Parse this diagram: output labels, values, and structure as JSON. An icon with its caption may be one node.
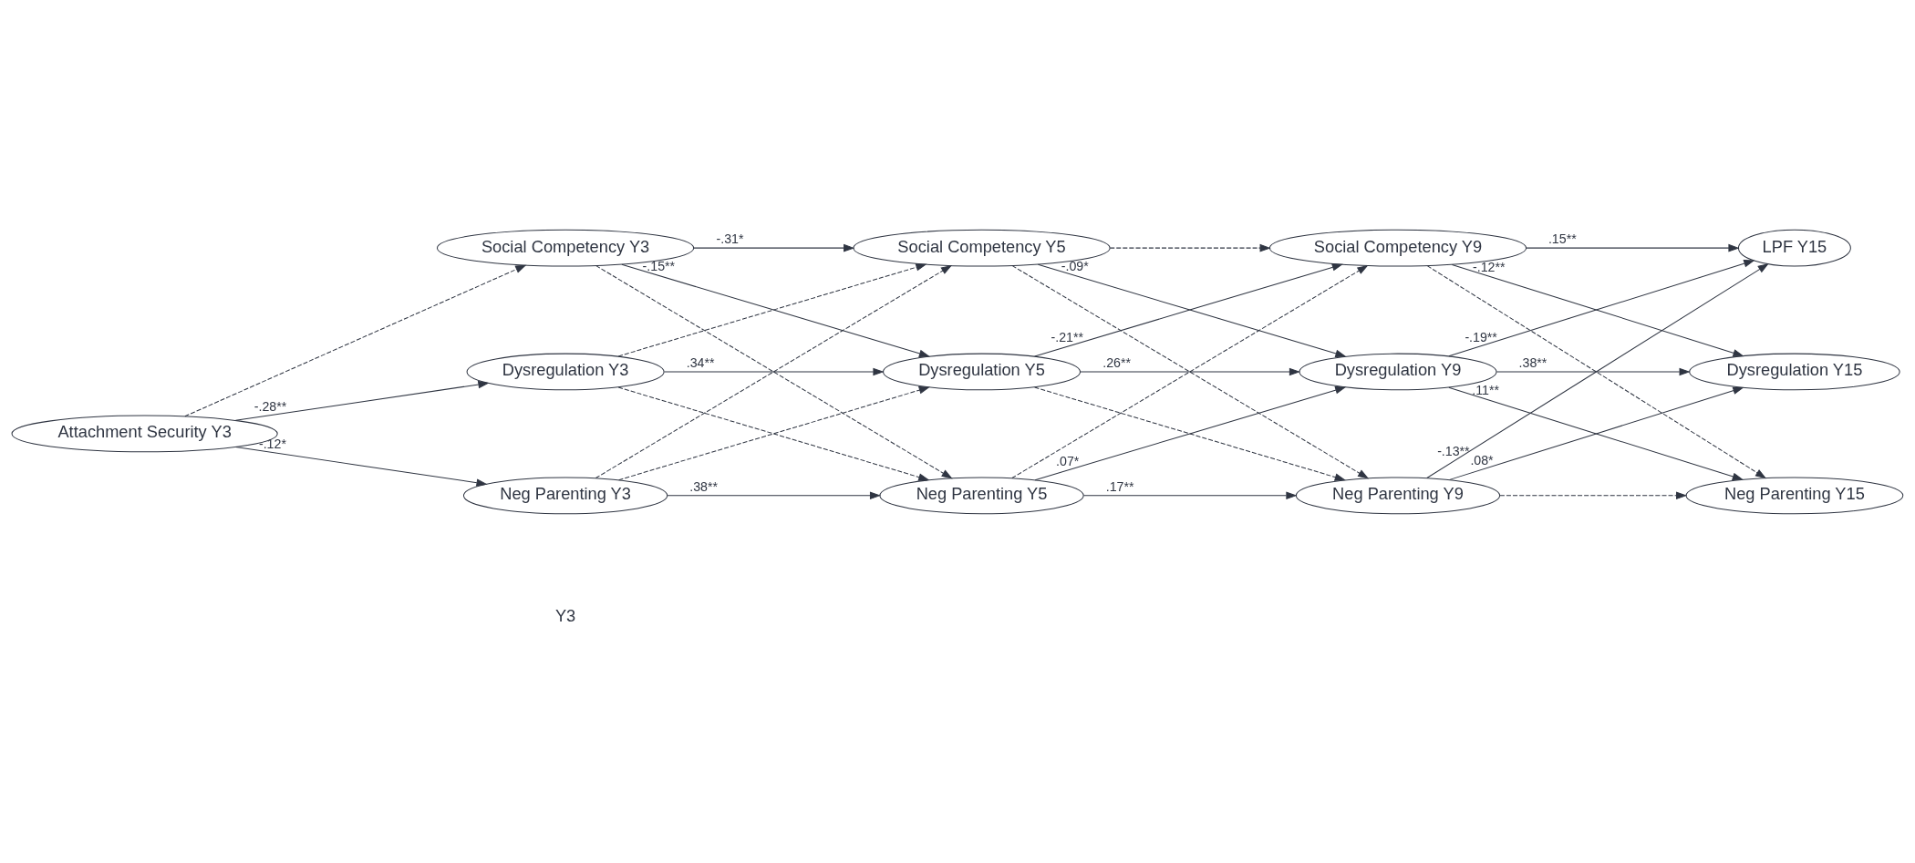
{
  "diagram": {
    "nodes": [
      {
        "text": [
          "Attachment Security Y3"
        ]
      },
      {
        "text": [
          "Social Competency Y3"
        ]
      },
      {
        "text": [
          "Dysregulation Y3"
        ]
      },
      {
        "text": [
          "Neg Parenting Y3"
        ]
      },
      {
        "text": [
          "Social Competency Y5"
        ]
      },
      {
        "text": [
          "Dysregulation Y5"
        ]
      },
      {
        "text": [
          "Neg Parenting Y5"
        ]
      },
      {
        "text": [
          "Social Competency Y9"
        ]
      },
      {
        "text": [
          "Dysregulation Y9"
        ]
      },
      {
        "text": [
          "Neg Parenting Y9"
        ]
      },
      {
        "text": [
          "LPF Y15"
        ]
      },
      {
        "text": [
          "Dysregulation Y15"
        ]
      },
      {
        "text": [
          "Neg Parenting Y15"
        ]
      }
    ],
    "edges": [
      {
        "from": 0,
        "to": 1,
        "arrow": "to",
        "style": "dashed"
      },
      {
        "from": 0,
        "to": 2,
        "arrow": "to",
        "label": "-.28**"
      },
      {
        "from": 0,
        "to": 3,
        "arrow": "to",
        "label": "-.12*"
      },
      {
        "from": 1,
        "to": 4,
        "arrow": "to",
        "label": "-.31*"
      },
      {
        "from": 1,
        "to": 5,
        "arrow": "to",
        "label": "-.15**"
      },
      {
        "from": 1,
        "to": 6,
        "arrow": "to",
        "style": "dashed"
      },
      {
        "from": 2,
        "to": 4,
        "arrow": "to",
        "style": "dashed"
      },
      {
        "from": 2,
        "to": 5,
        "arrow": "to",
        "label": ".34**"
      },
      {
        "from": 2,
        "to": 6,
        "arrow": "to",
        "style": "dashed"
      },
      {
        "from": 3,
        "to": 4,
        "arrow": "to",
        "style": "dashed"
      },
      {
        "from": 3,
        "to": 5,
        "arrow": "to",
        "style": "dashed"
      },
      {
        "from": 3,
        "to": 6,
        "arrow": "to",
        "label": ".38**"
      },
      {
        "from": 4,
        "to": 7,
        "arrow": "to",
        "style": "dashed"
      },
      {
        "from": 4,
        "to": 8,
        "arrow": "to",
        "label": "-.09*"
      },
      {
        "from": 4,
        "to": 9,
        "arrow": "to",
        "style": "dashed"
      },
      {
        "from": 5,
        "to": 7,
        "arrow": "to",
        "label": "-.21**"
      },
      {
        "from": 5,
        "to": 8,
        "arrow": "to",
        "label": ".26**"
      },
      {
        "from": 5,
        "to": 9,
        "arrow": "to",
        "style": "dashed"
      },
      {
        "from": 6,
        "to": 7,
        "arrow": "to",
        "style": "dashed"
      },
      {
        "from": 6,
        "to": 8,
        "arrow": "to",
        "label": ".07*"
      },
      {
        "from": 6,
        "to": 9,
        "arrow": "to",
        "label": ".17**"
      },
      {
        "from": 7,
        "to": 10,
        "arrow": "to",
        "label": ".15**"
      },
      {
        "from": 7,
        "to": 11,
        "arrow": "to",
        "label": "-.12**"
      },
      {
        "from": 7,
        "to": 12,
        "arrow": "to",
        "style": "dashed"
      },
      {
        "from": 8,
        "to": 10,
        "arrow": "to",
        "label": "-.19**"
      },
      {
        "from": 8,
        "to": 11,
        "arrow": "to",
        "label": ".38**"
      },
      {
        "from": 8,
        "to": 12,
        "arrow": "to",
        "label": ".11**"
      },
      {
        "from": 9,
        "to": 10,
        "arrow": "to",
        "label": "-.13**"
      },
      {
        "from": 9,
        "to": 11,
        "arrow": "to",
        "label": ".08*"
      },
      {
        "from": 9,
        "to": 12,
        "arrow": "to",
        "style": "dashed"
      }
    ],
    "labels": [
      "Y3"
    ]
  }
}
